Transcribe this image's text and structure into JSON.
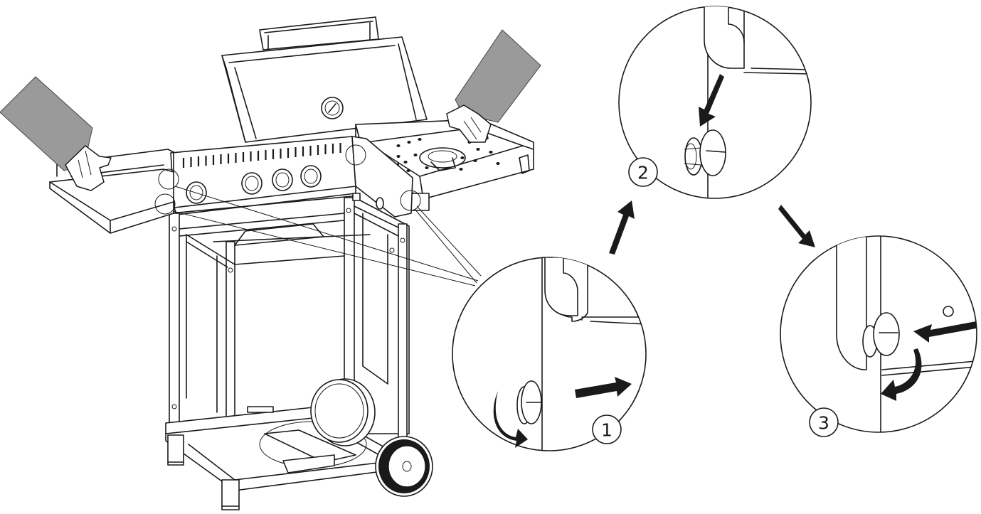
{
  "diagram": {
    "steps": [
      {
        "label": "1",
        "icon": "quarter-turn-and-pull-arrows"
      },
      {
        "label": "2",
        "icon": "press-fastener-arrow"
      },
      {
        "label": "3",
        "icon": "push-and-turn-lock-arrows"
      }
    ],
    "colors": {
      "line": "#1a1a1a",
      "arm": "#9a9a9a",
      "background": "#ffffff"
    }
  }
}
